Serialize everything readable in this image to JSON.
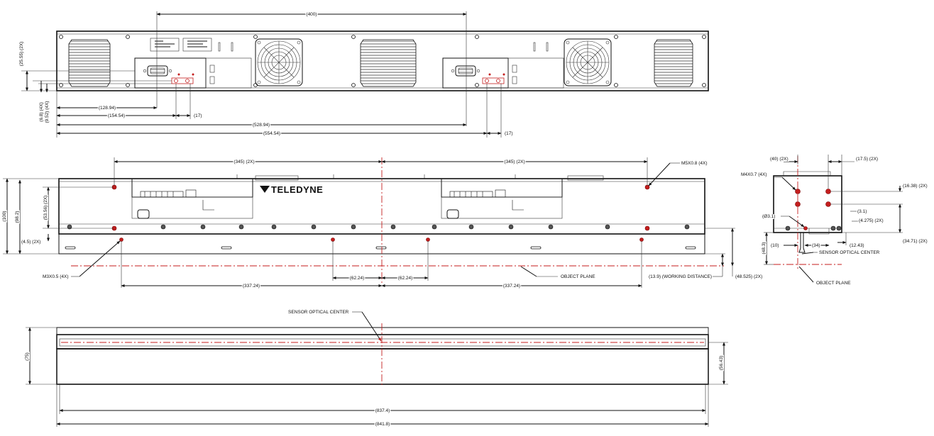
{
  "top_view": {
    "dims": {
      "d400": "(400)",
      "d2555": "(25.55) (2X)",
      "d68": "(6.8) (4X)",
      "d952": "(9.52) (4X)",
      "d12894": "(128.94)",
      "d15454": "(154.54)",
      "d17a": "(17)",
      "d52894": "(528.94)",
      "d55454": "(554.54)",
      "d17b": "(17)"
    }
  },
  "front_view": {
    "brand": "TELEDYNE",
    "dims": {
      "d345a": "(345) (2X)",
      "d345b": "(345) (2X)",
      "d100": "(100)",
      "d982": "(98.2)",
      "d5356": "(53.56) (2X)",
      "d45": "(4.5) (2X)",
      "d6224a": "(62.24)",
      "d6224b": "(62.24)",
      "d33724a": "(337.24)",
      "d33724b": "(337.24)",
      "d139": "(13.9) (WORKING DISTANCE)",
      "d48525": "(48.525) (2X)"
    },
    "labels": {
      "m5": "M5X0.8 (4X)",
      "m3": "M3X0.5 (4X)",
      "object_plane": "OBJECT PLANE"
    }
  },
  "side_view": {
    "dims": {
      "d40": "(40) (2X)",
      "d175": "(17.5) (2X)",
      "d1638": "(16.38) (2X)",
      "d31": "(Ø3.1)",
      "d31b": "(3.1)",
      "d4275": "(4.275) (2X)",
      "d3471": "(34.71) (2X)",
      "d1243": "(12.43)",
      "d483": "(48.3)",
      "d10": "(10)",
      "d34": "(34)"
    },
    "labels": {
      "m4": "M4X0.7 (4X)",
      "sensor": "SENSOR OPTICAL CENTER",
      "object_plane": "OBJECT PLANE"
    }
  },
  "bottom_view": {
    "dims": {
      "d75": "(75)",
      "d5643": "(56.43)",
      "d8374": "(837.4)",
      "d8418": "(841.8)"
    },
    "labels": {
      "sensor": "SENSOR OPTICAL CENTER"
    }
  },
  "colors": {
    "line": "#111111",
    "accent": "#c41e1e"
  }
}
